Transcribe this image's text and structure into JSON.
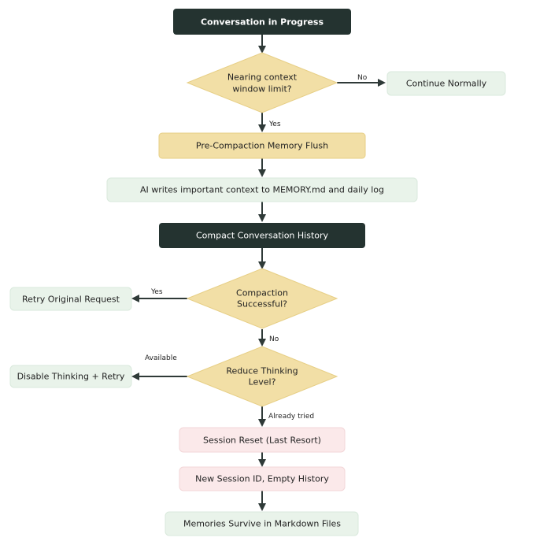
{
  "diagram": {
    "colors": {
      "dark": "#243330",
      "gold": "#f2dfa6",
      "gold_border": "#e7cf86",
      "mint": "#e9f3ea",
      "mint_border": "#d9e9dc",
      "pink": "#fbe9ea",
      "pink_border": "#f3d6d8",
      "arrow": "#2f3a38"
    },
    "nodes": {
      "start": "Conversation in Progress",
      "decision1": [
        "Nearing context",
        "window limit?"
      ],
      "continue": "Continue Normally",
      "flush": "Pre-Compaction Memory Flush",
      "writes": "AI writes important context to MEMORY.md and daily log",
      "compact": "Compact Conversation History",
      "decision2": [
        "Compaction",
        "Successful?"
      ],
      "retry": "Retry Original Request",
      "decision3": [
        "Reduce Thinking",
        "Level?"
      ],
      "disable": "Disable Thinking + Retry",
      "reset": "Session Reset (Last Resort)",
      "newsession": "New Session ID, Empty History",
      "memories": "Memories Survive in Markdown Files"
    },
    "edge_labels": {
      "no1": "No",
      "yes1": "Yes",
      "yes2": "Yes",
      "no2": "No",
      "available": "Available",
      "tried": "Already tried"
    }
  }
}
